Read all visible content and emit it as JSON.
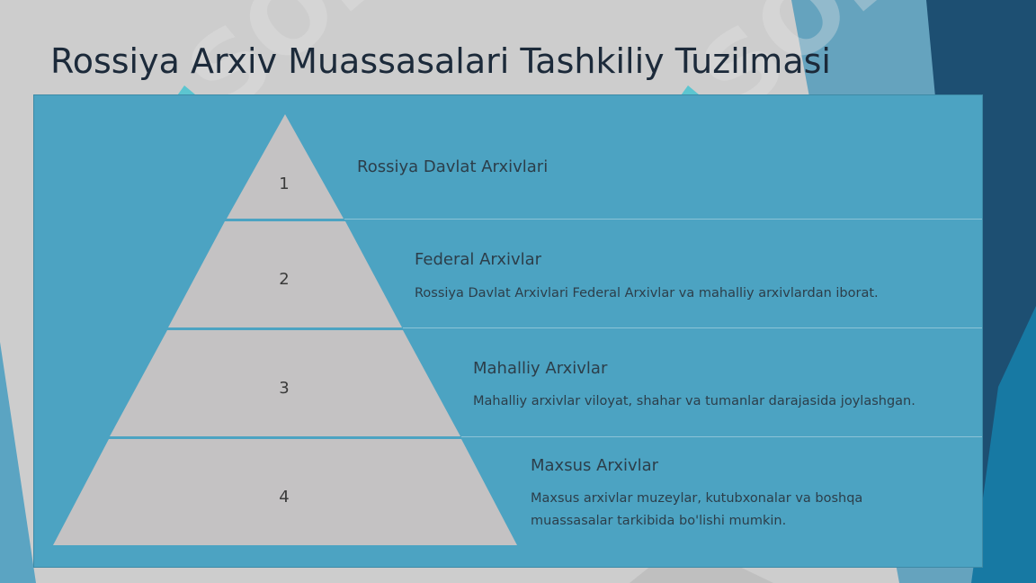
{
  "slide": {
    "title": "Rossiya Arxiv Muassasalari Tashkiliy Tuzilmasi"
  },
  "levels": [
    {
      "number": "1",
      "title": "Rossiya Davlat Arxivlari",
      "description": ""
    },
    {
      "number": "2",
      "title": "Federal Arxivlar",
      "description": "Rossiya Davlat Arxivlari Federal Arxivlar va mahalliy arxivlardan iborat."
    },
    {
      "number": "3",
      "title": "Mahalliy Arxivlar",
      "description": "Mahalliy arxivlar viloyat, shahar va tumanlar darajasida joylashgan."
    },
    {
      "number": "4",
      "title": "Maxsus Arxivlar",
      "description": "Maxsus arxivlar muzeylar, kutubxonalar va boshqa muassasalar tarkibida bo'lishi mumkin."
    }
  ],
  "watermark": "SOFF",
  "colors": {
    "panel": "#4ca3c2",
    "pyramid": "#c4c2c3",
    "title_text": "#1c2a3a",
    "accent_dark": "#1d4f72",
    "accent_light": "#5ab0cc"
  }
}
